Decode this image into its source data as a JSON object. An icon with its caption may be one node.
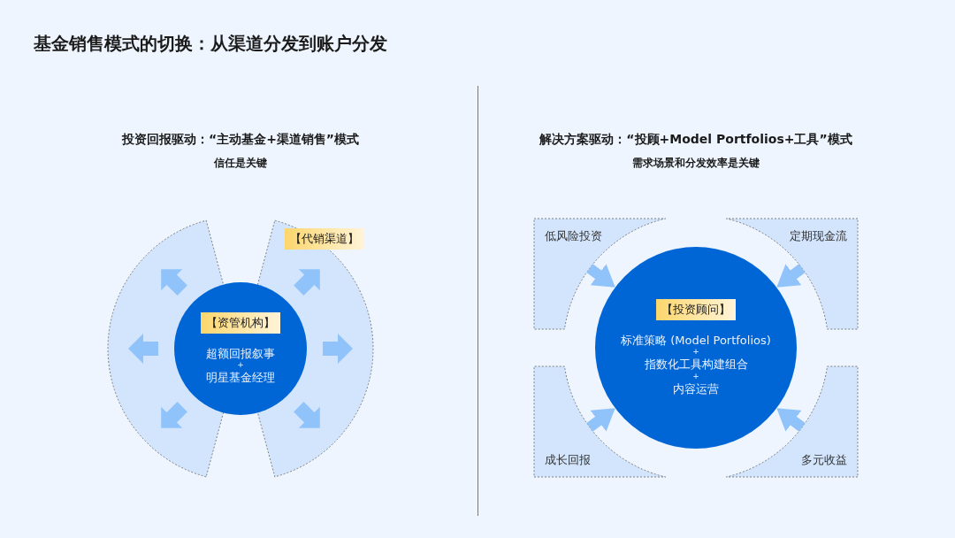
{
  "diagram": {
    "title": "基金销售模式的切换：从渠道分发到账户分发",
    "nodes": [
      {
        "text": [],
        "shape": "band"
      },
      {
        "text": [
          "【代销渠道】"
        ]
      },
      {
        "text": [
          "【资管机构】",
          "超额回报叙事",
          "+",
          "明星基金经理"
        ]
      },
      {
        "text": [
          "低风险投资"
        ]
      },
      {
        "text": [
          "定期现金流"
        ]
      },
      {
        "text": [
          "【投资顾问】",
          "标准策略 (Model Portfolios)",
          "+",
          "指数化工具构建组合",
          "+",
          "内容运营"
        ]
      },
      {
        "text": [
          "成长回报"
        ]
      },
      {
        "text": [
          "多元收益"
        ]
      }
    ],
    "edges": [
      {
        "from": 3,
        "to": 5,
        "arrow": "to"
      },
      {
        "from": 4,
        "to": 5,
        "arrow": "to"
      },
      {
        "from": 6,
        "to": 5,
        "arrow": "to"
      },
      {
        "from": 7,
        "to": 5,
        "arrow": "to"
      }
    ],
    "labels": [
      "投资回报驱动：“主动基金+渠道销售”模式",
      "信任是关键",
      "解决方案驱动：“投顾+Model Portfolios+工具”模式",
      "需求场景和分发效率是关键"
    ]
  }
}
